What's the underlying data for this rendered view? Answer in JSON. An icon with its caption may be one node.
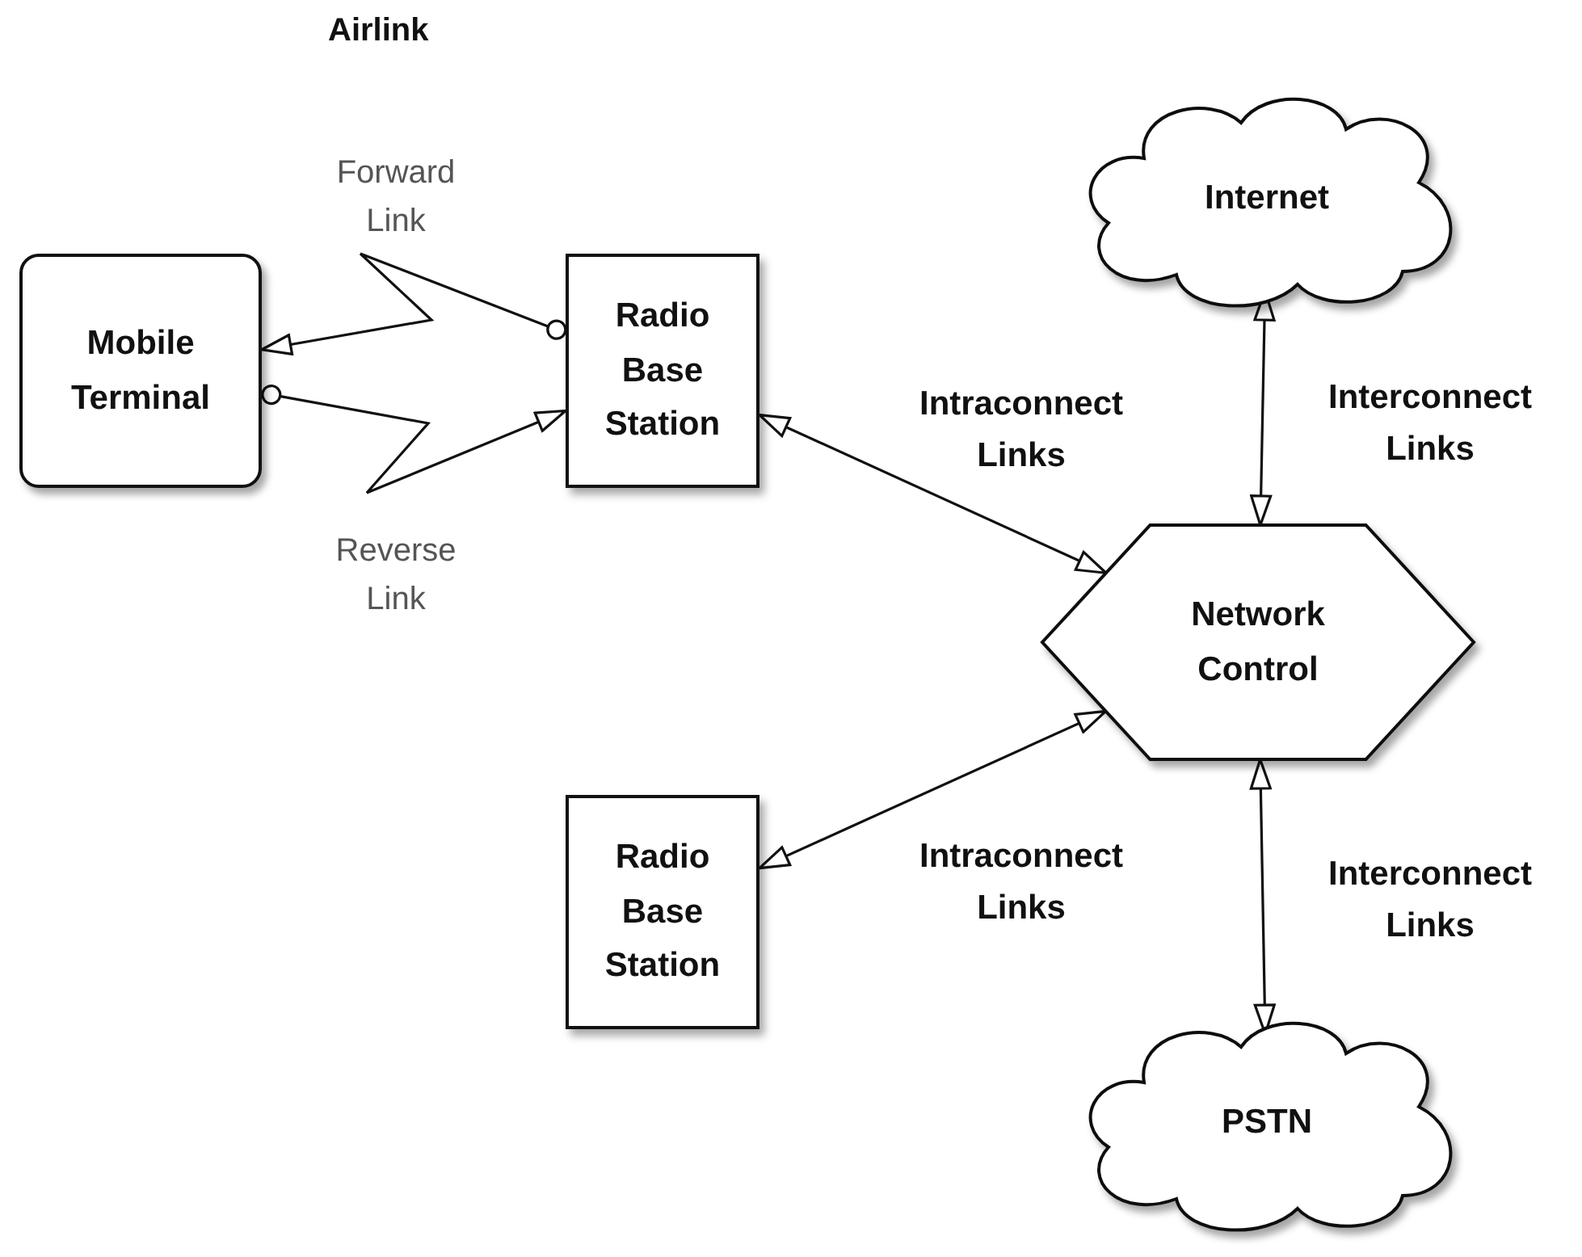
{
  "diagram": {
    "nodes": [
      {
        "text": [
          "Internet"
        ]
      },
      {
        "text": [
          "Mobile Terminal"
        ]
      },
      {
        "text": [
          "Radio Base Station"
        ]
      },
      {
        "text": [
          "Network Control"
        ]
      },
      {
        "text": [
          "Radio Base Station"
        ]
      },
      {
        "text": [
          "PSTN"
        ]
      }
    ],
    "edges": [
      {
        "from": 2,
        "to": 1,
        "arrow": "to",
        "label": "Forward Link"
      },
      {
        "from": 1,
        "to": 2,
        "arrow": "to",
        "label": "Reverse Link"
      },
      {
        "from": 2,
        "to": 3,
        "arrow": "both",
        "label": "Intraconnect Links"
      },
      {
        "from": 4,
        "to": 3,
        "arrow": "both",
        "label": "Intraconnect Links"
      },
      {
        "from": 0,
        "to": 3,
        "arrow": "both",
        "label": "Interconnect Links"
      },
      {
        "from": 3,
        "to": 5,
        "arrow": "both",
        "label": "Interconnect Links"
      }
    ],
    "labels": [
      "Airlink"
    ]
  }
}
